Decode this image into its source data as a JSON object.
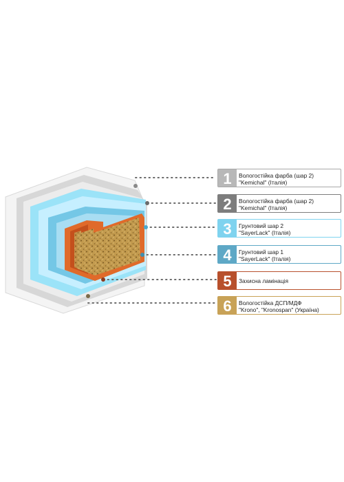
{
  "colors": {
    "layer_1": "#b8b8b8",
    "layer_2": "#7d7d7d",
    "layer_3": "#7fd3ef",
    "layer_4": "#5ea8c6",
    "layer_5": "#b8502c",
    "layer_6": "#c8a257"
  },
  "layers": [
    {
      "number": "1",
      "line1": "Вологостійка фарба (шар 2)",
      "line2": "\"Kemichal\" (Італія)"
    },
    {
      "number": "2",
      "line1": "Вологостійка фарба (шар 2)",
      "line2": "\"Kemichal\" (Італія)"
    },
    {
      "number": "3",
      "line1": "Грунтовий шар 2",
      "line2": "\"SayerLack\" (Італія)"
    },
    {
      "number": "4",
      "line1": "Грунтовий шар 1",
      "line2": "\"SayerLack\" (Італія)"
    },
    {
      "number": "5",
      "line1": "Захисна ламінація",
      "line2": ""
    },
    {
      "number": "6",
      "line1": "Вологостійка ДСП/МДФ",
      "line2": "\"Krono\", \"Kronospan\" (Україна)"
    }
  ]
}
